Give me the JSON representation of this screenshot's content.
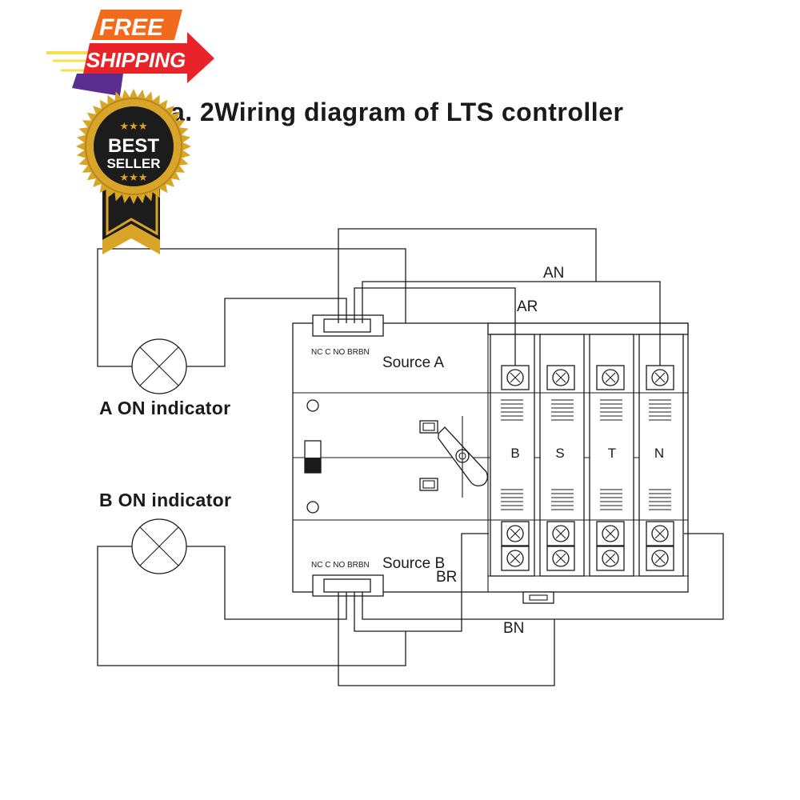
{
  "diagram": {
    "title": "2Wiring diagram of LTS controller",
    "title_prefix_partial": "a.",
    "indicator_a": "A ON indicator",
    "indicator_b": "B ON indicator",
    "source_a": "Source A",
    "source_b": "Source B",
    "terminal_labels_top": "NC C NO BRBN",
    "terminal_labels_bottom": "NC C NO BRBN",
    "wire_an": "AN",
    "wire_ar": "AR",
    "wire_br": "BR",
    "wire_bn": "BN",
    "phases": [
      "B",
      "S",
      "T",
      "N"
    ]
  },
  "badges": {
    "free": "FREE",
    "shipping": "SHIPPING",
    "best": "BEST",
    "seller": "SELLER",
    "colors": {
      "orange": "#f26a1b",
      "red": "#e8242a",
      "purple": "#5a2d91",
      "yellow": "#f7e14a",
      "gold": "#d9a528",
      "black": "#1c1c1c"
    }
  }
}
